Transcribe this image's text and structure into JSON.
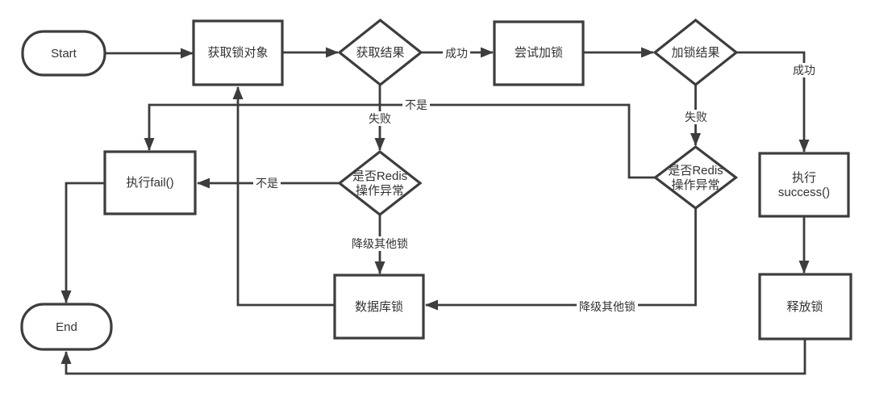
{
  "canvas": {
    "background": "#ffffff",
    "stroke_color": "#3d3d3d",
    "text_color": "#333333"
  },
  "nodes": {
    "start": {
      "label": "Start",
      "type": "terminator"
    },
    "get_lock_object": {
      "label": "获取锁对象",
      "type": "process"
    },
    "get_result": {
      "label": "获取结果",
      "type": "decision"
    },
    "try_lock": {
      "label": "尝试加锁",
      "type": "process"
    },
    "lock_result": {
      "label": "加锁结果",
      "type": "decision"
    },
    "exec_fail": {
      "label": "执行fail()",
      "type": "process"
    },
    "redis_exception_left": {
      "line1": "是否Redis",
      "line2": "操作异常",
      "type": "decision"
    },
    "redis_exception_right": {
      "line1": "是否Redis",
      "line2": "操作异常",
      "type": "decision"
    },
    "exec_success": {
      "line1": "执行",
      "line2": "success()",
      "type": "process"
    },
    "db_lock": {
      "label": "数据库锁",
      "type": "process"
    },
    "release_lock": {
      "label": "释放锁",
      "type": "process"
    },
    "end": {
      "label": "End",
      "type": "terminator"
    }
  },
  "edge_labels": {
    "get_result_success": "成功",
    "get_result_fail": "失败",
    "lock_result_success": "成功",
    "lock_result_fail": "失败",
    "redis_left_no": "不是",
    "redis_right_no": "不是",
    "redis_left_downgrade": "降级其他锁",
    "redis_right_downgrade": "降级其他锁"
  }
}
